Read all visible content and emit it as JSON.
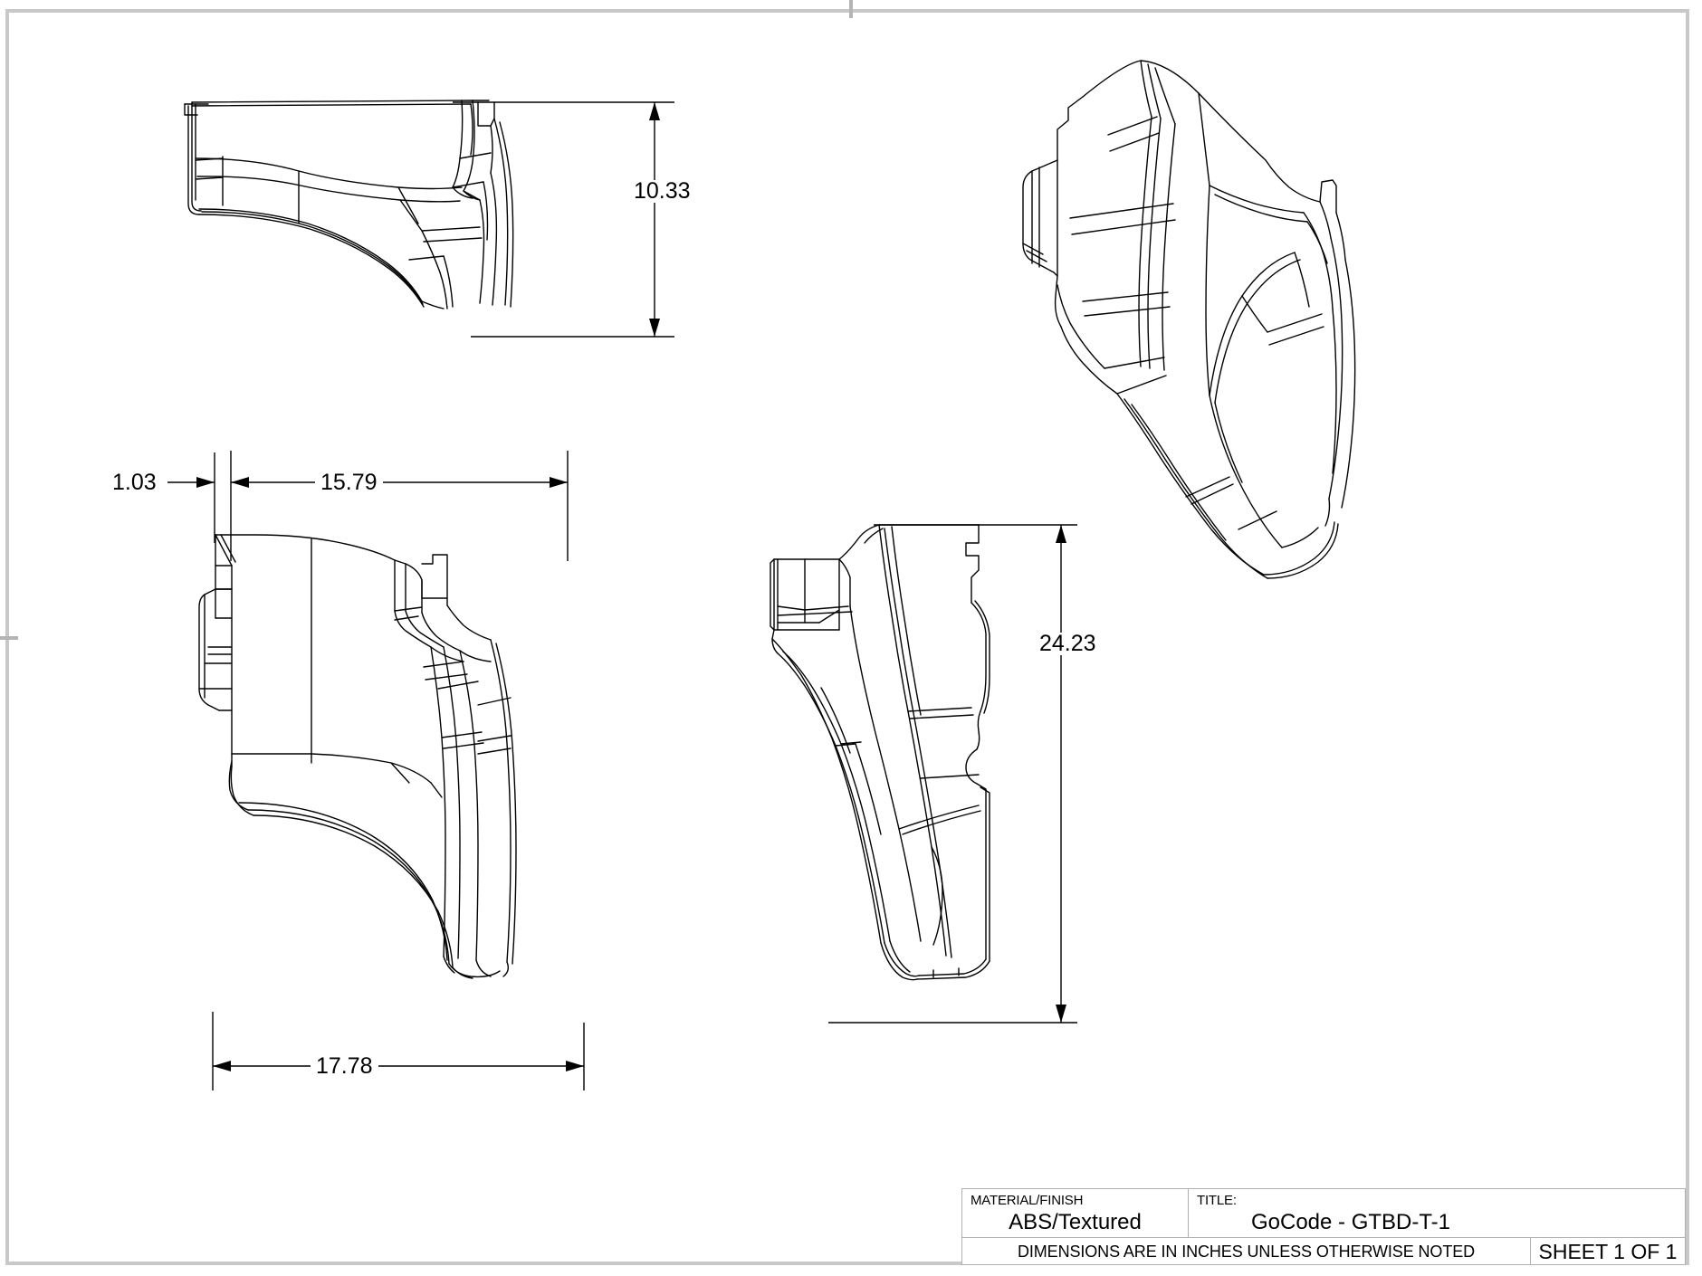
{
  "document": {
    "type": "engineering-drawing",
    "sheet_background": "#ffffff",
    "border_color": "#c8c8c8",
    "line_color": "#000000"
  },
  "views": [
    {
      "id": "top-view",
      "name": "top-view",
      "projection": "top"
    },
    {
      "id": "front-view",
      "name": "front-view",
      "projection": "front"
    },
    {
      "id": "side-view",
      "name": "side-view",
      "projection": "side"
    },
    {
      "id": "isometric-view",
      "name": "isometric-view",
      "projection": "isometric"
    }
  ],
  "dimensions": {
    "height_top_view": "10.33",
    "offset_left": "1.03",
    "width_inner": "15.79",
    "width_overall": "17.78",
    "height_side_view": "24.23",
    "units": "inches"
  },
  "title_block": {
    "material_label": "MATERIAL/FINISH",
    "material_value": "ABS/Textured",
    "title_label": "TITLE:",
    "title_value": "GoCode - GTBD-T-1",
    "note": "DIMENSIONS ARE IN INCHES UNLESS OTHERWISE NOTED",
    "sheet": "SHEET 1 OF 1"
  }
}
